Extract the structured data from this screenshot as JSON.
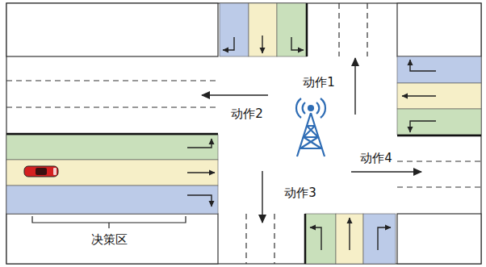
{
  "diagram": {
    "labels": [
      "动作1",
      "动作2",
      "动作4",
      "动作3",
      "决策区"
    ]
  }
}
